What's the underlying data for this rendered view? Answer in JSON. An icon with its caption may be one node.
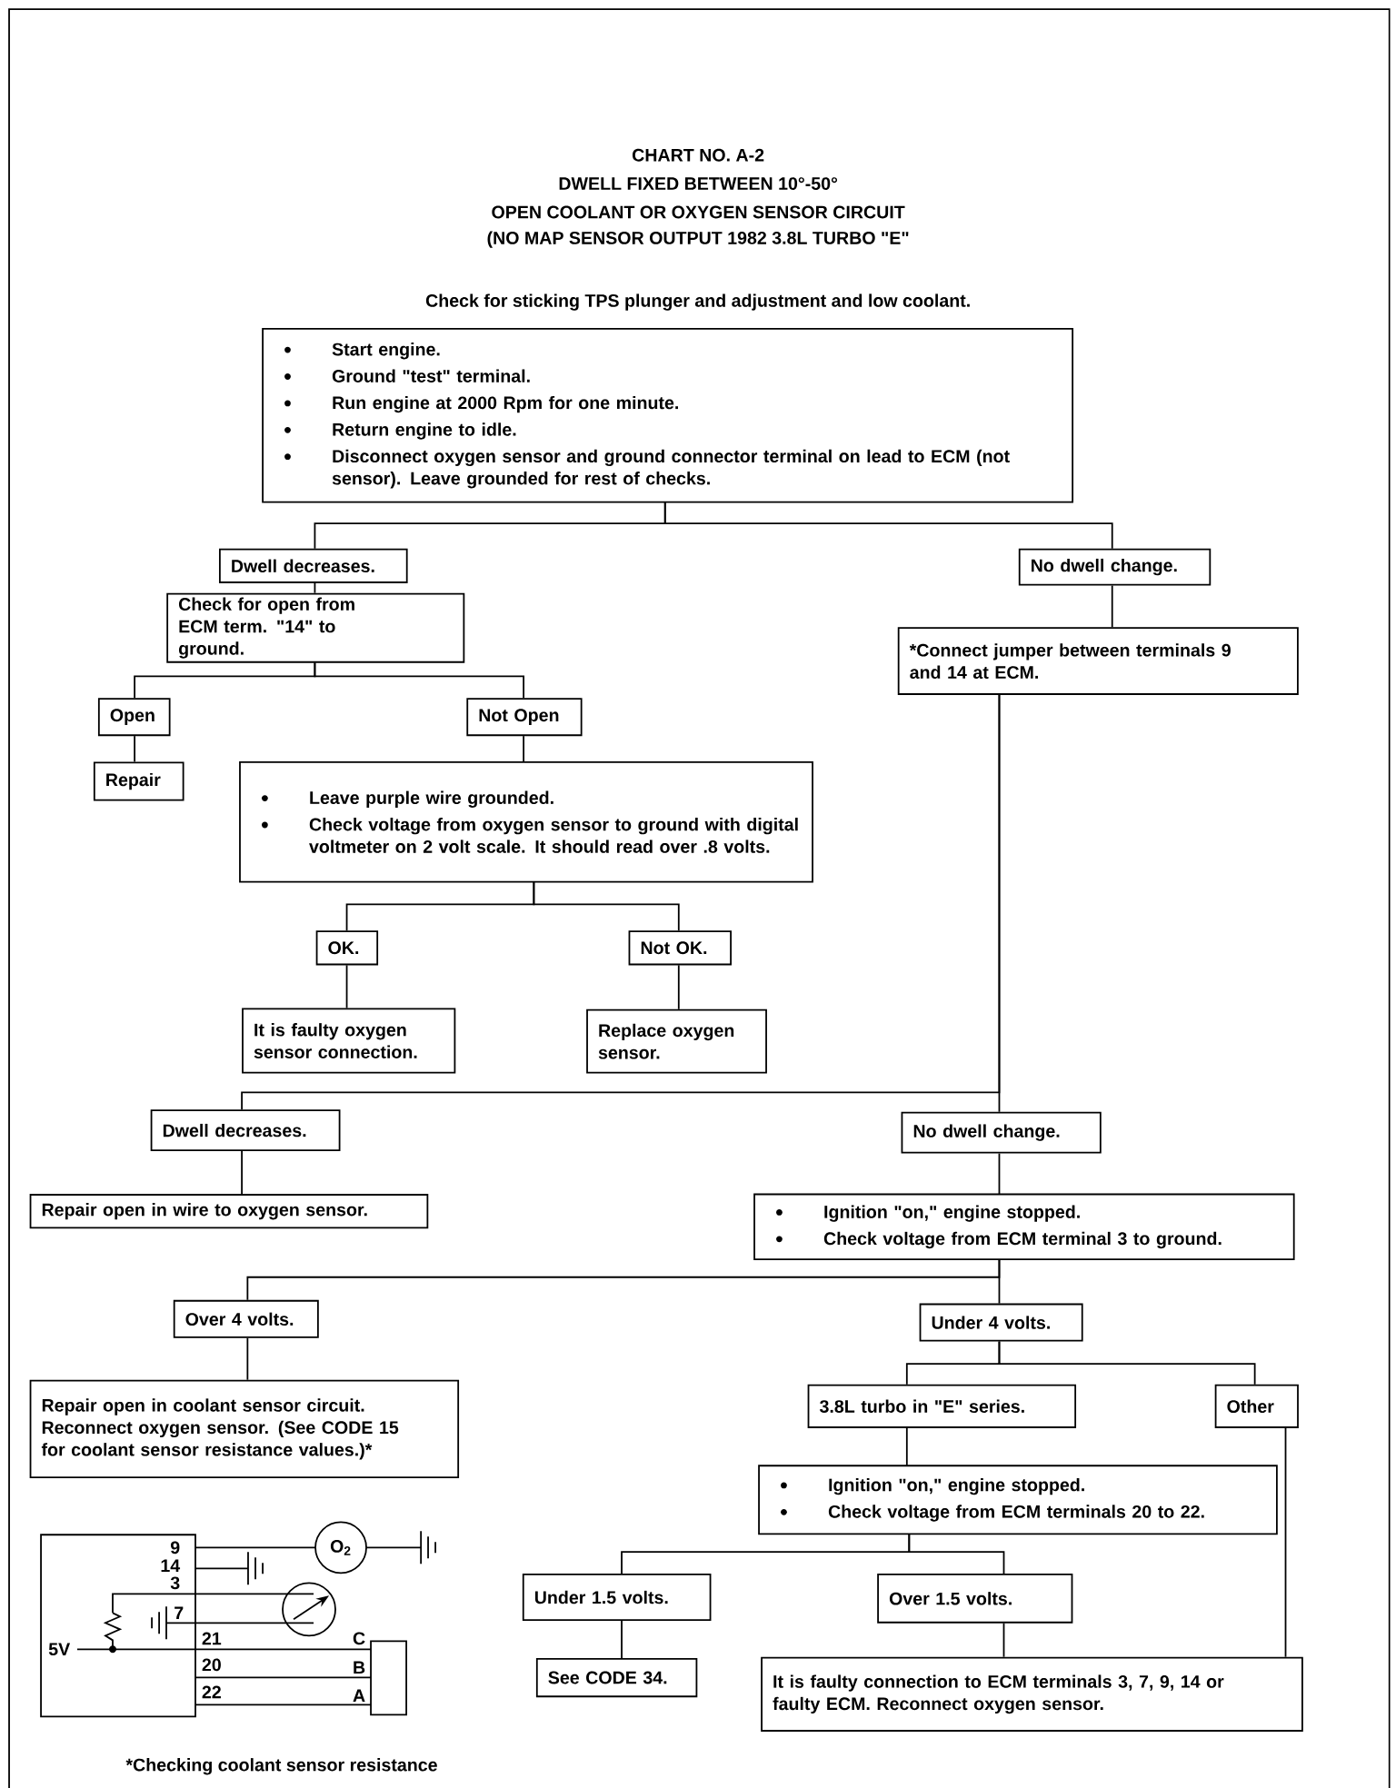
{
  "diagram": {
    "title": "CHART NO. A-2",
    "nodes": [
      {
        "text": [
          "Start engine.",
          "Ground \"test\" terminal.",
          "Run engine at 2000 Rpm for one minute.",
          "Return engine to idle.",
          "Disconnect oxygen sensor and ground connector terminal on lead to ECM (not sensor). Leave grounded for rest of checks."
        ]
      },
      {
        "text": [
          "Dwell decreases."
        ]
      },
      {
        "text": [
          "No dwell change."
        ]
      },
      {
        "text": [
          "Check for open from ECM term. \"14\" to ground."
        ]
      },
      {
        "text": [
          "*Connect jumper between terminals 9 and 14 at ECM."
        ]
      },
      {
        "text": [
          "Open"
        ]
      },
      {
        "text": [
          "Not Open"
        ]
      },
      {
        "text": [
          "Repair"
        ]
      },
      {
        "text": [
          "Leave purple wire grounded.",
          "Check voltage from oxygen sensor to ground with digital voltmeter on 2 volt scale. It should read over .8 volts."
        ]
      },
      {
        "text": [
          "OK."
        ]
      },
      {
        "text": [
          "Not OK."
        ]
      },
      {
        "text": [
          "It is faulty oxygen sensor connection."
        ]
      },
      {
        "text": [
          "Replace oxygen sensor."
        ]
      },
      {
        "text": [
          "Dwell decreases."
        ]
      },
      {
        "text": [
          "No dwell change."
        ]
      },
      {
        "text": [
          "Repair open in wire to oxygen sensor."
        ]
      },
      {
        "text": [
          "Ignition \"on,\" engine stopped.",
          "Check voltage from ECM terminal 3 to ground."
        ]
      },
      {
        "text": [
          "Over 4 volts."
        ]
      },
      {
        "text": [
          "Under 4 volts."
        ]
      },
      {
        "text": [
          "Repair open in coolant sensor circuit. Reconnect oxygen sensor. (See CODE 15 for coolant sensor resistance values.)*"
        ]
      },
      {
        "text": [
          "3.8L turbo in \"E\" series."
        ]
      },
      {
        "text": [
          "Other"
        ]
      },
      {
        "text": [
          "Ignition \"on,\" engine stopped.",
          "Check voltage from ECM terminals 20 to 22."
        ]
      },
      {
        "text": [
          "Under 1.5 volts."
        ]
      },
      {
        "text": [
          "Over 1.5 volts."
        ]
      },
      {
        "text": [
          "See CODE 34."
        ]
      },
      {
        "text": [
          "It is faulty connection to ECM terminals 3, 7, 9, 14 or faulty ECM. Reconnect oxygen sensor."
        ]
      }
    ],
    "edges": [
      {
        "from": 0,
        "to": 1,
        "arrow": "none"
      },
      {
        "from": 0,
        "to": 2,
        "arrow": "none"
      },
      {
        "from": 1,
        "to": 3,
        "arrow": "none"
      },
      {
        "from": 2,
        "to": 4,
        "arrow": "none"
      },
      {
        "from": 3,
        "to": 5,
        "arrow": "none"
      },
      {
        "from": 3,
        "to": 6,
        "arrow": "none"
      },
      {
        "from": 5,
        "to": 7,
        "arrow": "none"
      },
      {
        "from": 6,
        "to": 8,
        "arrow": "none"
      },
      {
        "from": 8,
        "to": 9,
        "arrow": "none"
      },
      {
        "from": 8,
        "to": 10,
        "arrow": "none"
      },
      {
        "from": 9,
        "to": 11,
        "arrow": "none"
      },
      {
        "from": 10,
        "to": 12,
        "arrow": "none"
      },
      {
        "from": 4,
        "to": 13,
        "arrow": "none"
      },
      {
        "from": 4,
        "to": 14,
        "arrow": "none"
      },
      {
        "from": 13,
        "to": 15,
        "arrow": "none"
      },
      {
        "from": 14,
        "to": 16,
        "arrow": "none"
      },
      {
        "from": 16,
        "to": 17,
        "arrow": "none"
      },
      {
        "from": 16,
        "to": 18,
        "arrow": "none"
      },
      {
        "from": 17,
        "to": 19,
        "arrow": "none"
      },
      {
        "from": 18,
        "to": 20,
        "arrow": "none"
      },
      {
        "from": 18,
        "to": 21,
        "arrow": "none"
      },
      {
        "from": 20,
        "to": 22,
        "arrow": "none"
      },
      {
        "from": 21,
        "to": 26,
        "arrow": "none"
      },
      {
        "from": 22,
        "to": 23,
        "arrow": "none"
      },
      {
        "from": 22,
        "to": 24,
        "arrow": "none"
      },
      {
        "from": 23,
        "to": 25,
        "arrow": "none"
      },
      {
        "from": 24,
        "to": 26,
        "arrow": "none"
      }
    ],
    "labels": [
      "DWELL FIXED BETWEEN 10°-50°",
      "OPEN COOLANT OR OXYGEN SENSOR CIRCUIT",
      "(NO MAP SENSOR OUTPUT 1982 3.8L TURBO \"E\"",
      "Check for sticking TPS plunger and adjustment and low coolant.",
      "9",
      "14",
      "3",
      "7",
      "5V",
      "21",
      "20",
      "22",
      "C",
      "B",
      "A",
      "O$_{2}$",
      "*Checking coolant sensor resistance"
    ]
  }
}
